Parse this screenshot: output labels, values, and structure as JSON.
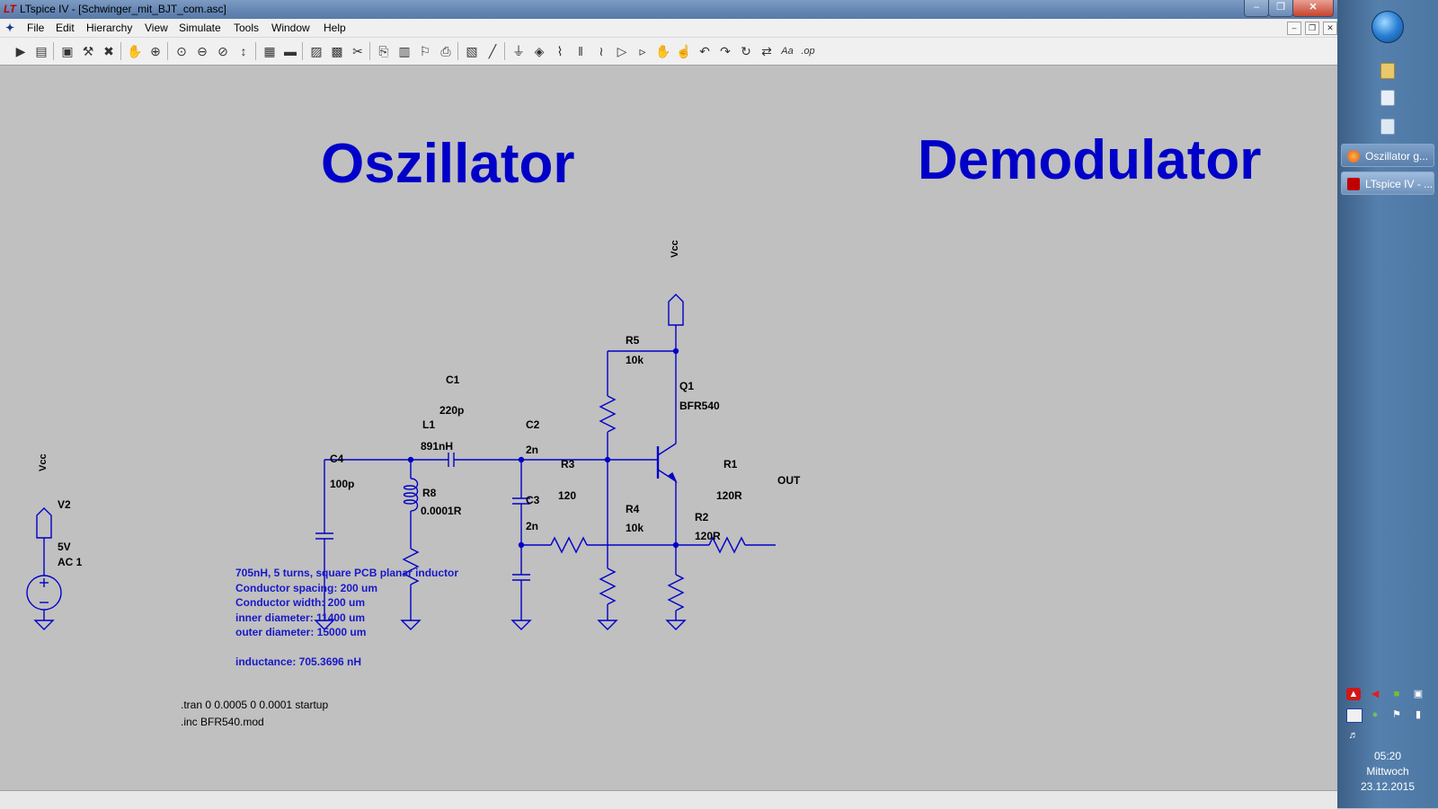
{
  "window": {
    "title": "LTspice IV - [Schwinger_mit_BJT_com.asc]",
    "app_icon": "ltspice-icon"
  },
  "menu": [
    "File",
    "Edit",
    "Hierarchy",
    "View",
    "Simulate",
    "Tools",
    "Window",
    "Help"
  ],
  "toolbar": {
    "buttons": [
      "run-icon",
      "open-icon",
      "save-icon",
      "control-panel-icon",
      "halt-icon",
      "pan-hand-icon",
      "zoom-in-icon",
      "zoom-full-icon",
      "zoom-out-icon",
      "zoom-fit-icon",
      "autorange-icon",
      "grid-icon",
      "tile-horizontal-icon",
      "cascade-icon",
      "close-all-icon",
      "cut-icon",
      "copy-icon",
      "paste-icon",
      "find-icon",
      "print-icon",
      "print-preview-icon",
      "wire-icon",
      "ground-icon",
      "label-icon",
      "resistor-icon",
      "capacitor-icon",
      "inductor-icon",
      "diode-icon",
      "component-icon",
      "move-icon",
      "drag-icon",
      "undo-icon",
      "redo-icon",
      "rotate-icon",
      "mirror-icon",
      "text-icon",
      "spice-directive-icon"
    ]
  },
  "schematic": {
    "headings": {
      "oszillator": "Oszillator",
      "demodulator": "Demodulator"
    },
    "components": {
      "vcc_top": "Vcc",
      "vcc_left": "Vcc",
      "v2_name": "V2",
      "v2_value": "5V",
      "v2_ac": "AC 1",
      "c1_name": "C1",
      "c1_value": "220p",
      "c2_name": "C2",
      "c2_value": "2n",
      "c3_name": "C3",
      "c3_value": "2n",
      "c4_name": "C4",
      "c4_value": "100p",
      "l1_name": "L1",
      "l1_value": "891nH",
      "r1_name": "R1",
      "r1_value": "120R",
      "r2_name": "R2",
      "r2_value": "120R",
      "r3_name": "R3",
      "r3_value": "120",
      "r4_name": "R4",
      "r4_value": "10k",
      "r5_name": "R5",
      "r5_value": "10k",
      "r8_name": "R8",
      "r8_value": "0.0001R",
      "q1_name": "Q1",
      "q1_value": "BFR540",
      "out_label": "OUT"
    },
    "comment_lines": [
      "705nH, 5 turns, square PCB planar inductor",
      "Conductor spacing: 200 um",
      "Conductor width: 200 um",
      "inner diameter: 11400 um",
      "outer diameter: 15000 um",
      "",
      "inductance: 705.3696 nH"
    ],
    "spice_directives": [
      ".tran 0 0.0005 0 0.0001 startup",
      ".inc BFR540.mod"
    ],
    "wire_color": "#0000c8",
    "title_color": "#0000c8"
  },
  "taskbar": {
    "tasks": [
      {
        "label": "Oszillator g...",
        "icon": "firefox-icon"
      },
      {
        "label": "LTspice IV - ...",
        "icon": "ltspice-icon"
      }
    ],
    "clock": {
      "time": "05:20",
      "day": "Mittwoch",
      "date": "23.12.2015"
    }
  }
}
